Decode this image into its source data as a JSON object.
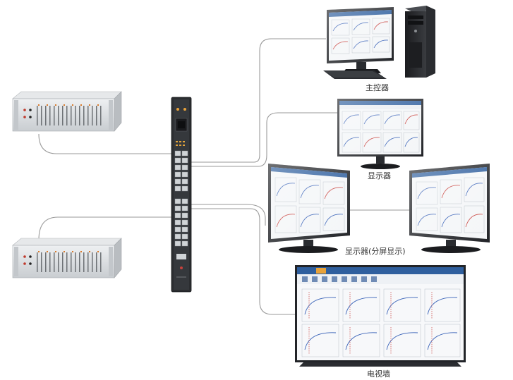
{
  "labels": {
    "main_controller": "主控器",
    "display": "显示器",
    "display_split": "显示器(分屏显示)",
    "video_wall": "电视墙"
  },
  "colors": {
    "line": "#9a9a9a",
    "chassis": "#d9dcdf",
    "chassis_dark": "#7d8184",
    "switch_body": "#2b2d30",
    "port": "#cfd3d6",
    "monitor_bezel": "#222428",
    "screen_bg": "#f4f6f8",
    "ui_blue": "#2f5f9e",
    "curve_blue": "#3a63b8",
    "curve_red": "#c9423d",
    "accent_orange": "#e8a23a"
  }
}
